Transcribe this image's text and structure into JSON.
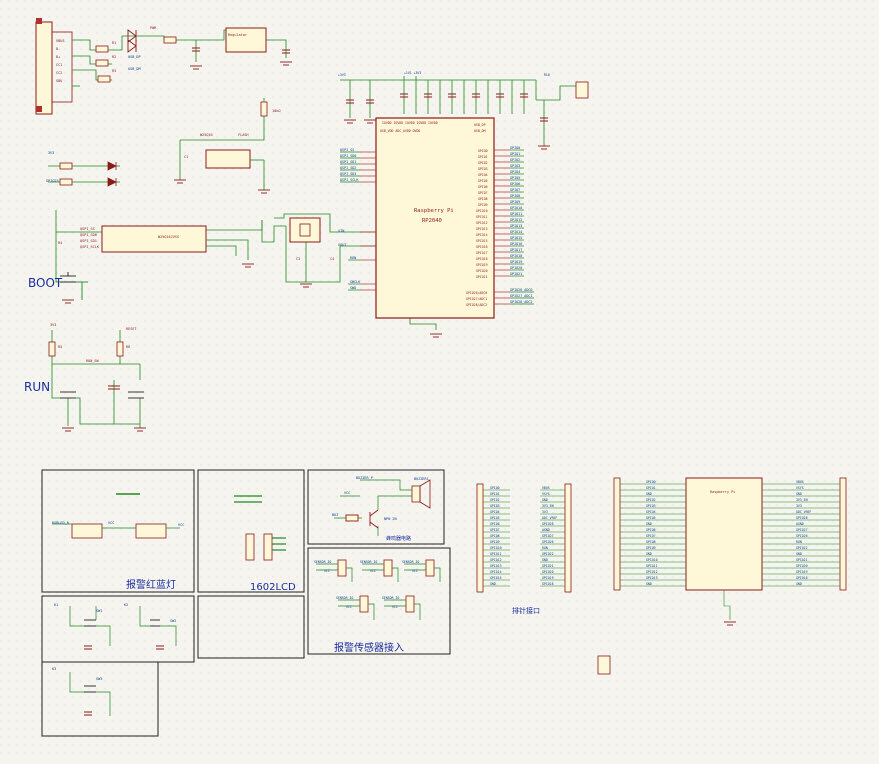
{
  "colors": {
    "background": "#f5f4ef",
    "grid_dot": "#d4d3cc",
    "wire": "#1f8a1f",
    "component": "#8b1a1a",
    "component_fill": "#fff8d8",
    "net_label": "#0a3d8f",
    "text_blue": "#1a2e9e",
    "frame": "#222222",
    "pin": "#b03030"
  },
  "labels": {
    "boot": "BOOT",
    "run": "RUN",
    "mcu_line1": "Raspberry Pi",
    "mcu_line2": "RP2040",
    "alarm_light": "报警红蓝灯",
    "lcd": "1602LCD",
    "alarm_sensor": "报警传感器接入",
    "pin_header": "排针接口",
    "buzzer_section": "蜂鸣器电路",
    "pico_title": "Raspberry Pi"
  },
  "icons": [
    "crystal-icon",
    "buzzer-icon",
    "button-icon",
    "led-icon",
    "ground-icon"
  ]
}
